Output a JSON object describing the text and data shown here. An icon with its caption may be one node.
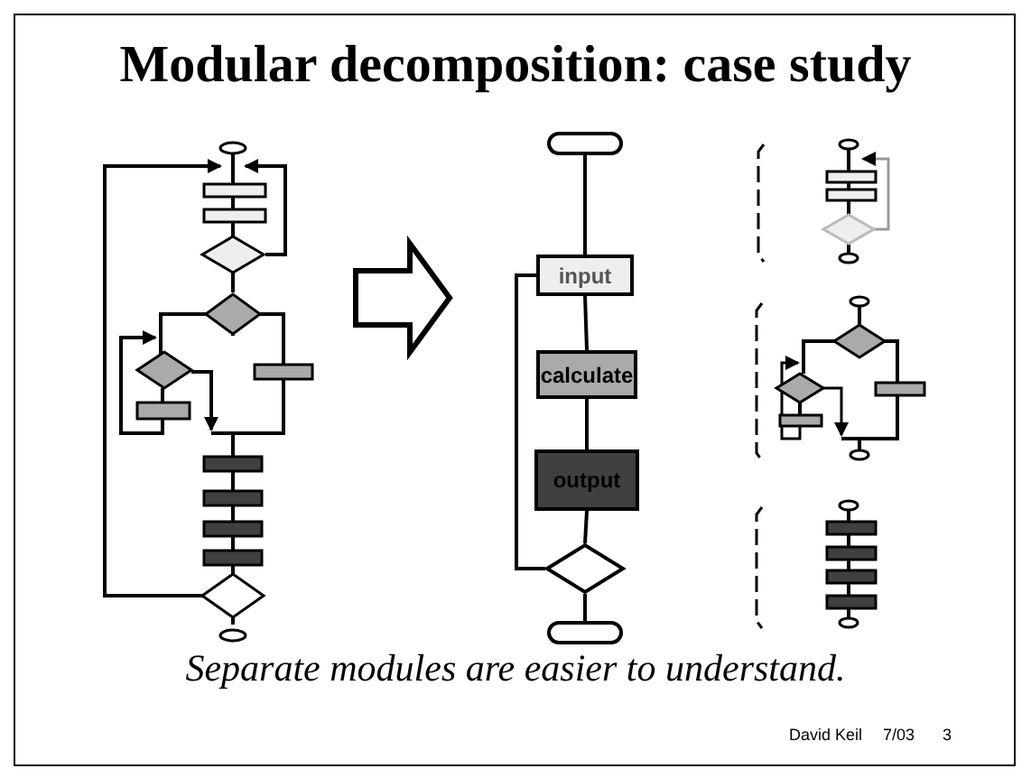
{
  "diagram": {
    "title": "Modular decomposition: case study",
    "caption": "Separate modules are easier to understand.",
    "nodes": [
      {
        "text": [],
        "shape": "picture"
      },
      {
        "text": [],
        "shape": "oval"
      },
      {
        "text": [
          "input"
        ]
      },
      {
        "text": [
          "calculate"
        ]
      },
      {
        "text": [
          "output"
        ]
      },
      {
        "text": [],
        "shape": "diamond"
      },
      {
        "text": [],
        "shape": "oval"
      },
      {
        "text": [],
        "shape": "picture"
      },
      {
        "text": [],
        "shape": "picture"
      },
      {
        "text": [],
        "shape": "picture"
      }
    ],
    "edges": [
      {
        "from": 0,
        "to": 2,
        "arrow": "to",
        "style": "thick"
      },
      {
        "from": 1,
        "to": 2,
        "arrow": "none"
      },
      {
        "from": 2,
        "to": 3,
        "arrow": "none"
      },
      {
        "from": 3,
        "to": 4,
        "arrow": "none"
      },
      {
        "from": 4,
        "to": 5,
        "arrow": "none"
      },
      {
        "from": 5,
        "to": 6,
        "arrow": "none"
      },
      {
        "from": 5,
        "to": 2,
        "arrow": "none"
      }
    ],
    "labels": [
      "David Keil",
      "7/03",
      "3"
    ]
  }
}
